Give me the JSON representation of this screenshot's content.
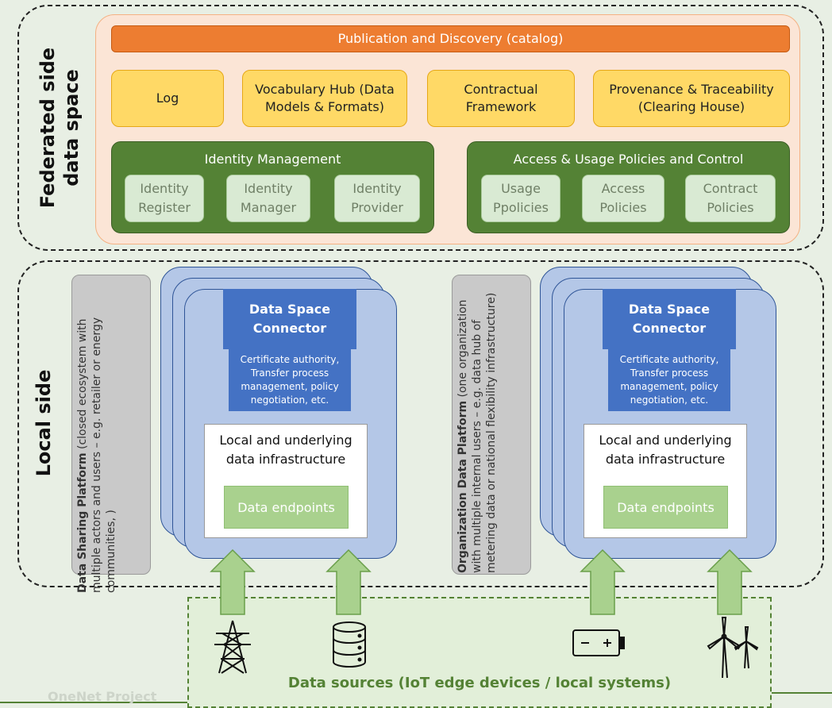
{
  "federated": {
    "label": "Federated side\ndata space",
    "label_line1": "Federated side",
    "label_line2": "data space",
    "catalog": "Publication and Discovery (catalog)",
    "yellow_boxes": [
      {
        "line1": "Log",
        "line2": ""
      },
      {
        "line1": "Vocabulary Hub (Data",
        "line2": "Models & Formats)"
      },
      {
        "line1": "Contractual",
        "line2": "Framework"
      },
      {
        "line1": "Provenance & Traceability",
        "line2": "(Clearing House)"
      }
    ],
    "identity": {
      "title": "Identity Management",
      "items": [
        {
          "line1": "Identity",
          "line2": "Register"
        },
        {
          "line1": "Identity",
          "line2": "Manager"
        },
        {
          "line1": "Identity",
          "line2": "Provider"
        }
      ]
    },
    "access": {
      "title": "Access & Usage Policies and Control",
      "items": [
        {
          "line1": "Usage",
          "line2": "Ppolicies"
        },
        {
          "line1": "Access",
          "line2": "Policies"
        },
        {
          "line1": "Contract",
          "line2": "Policies"
        }
      ]
    }
  },
  "local": {
    "label": "Local side",
    "left_platform": {
      "bold": "Data Sharing Platform",
      "rest": " (closed ecosystem with multiple actors and users – e.g. retailer or energy communities, )"
    },
    "right_platform": {
      "bold": "Organization Data Platform",
      "rest": " (one organization with multiple internal users – e.g. data hub of metering data or national flexibility infrastructure)"
    },
    "connector": {
      "title_line1": "Data Space",
      "title_line2": "Connector",
      "sub_line1": "Certificate authority,",
      "sub_line2": "Transfer process",
      "sub_line3": "management, policy",
      "sub_line4": "negotiation, etc."
    },
    "infrastructure": {
      "line1": "Local and underlying",
      "line2": "data infrastructure"
    },
    "endpoints": "Data endpoints"
  },
  "sources": {
    "label": "Data sources (IoT edge devices / local systems)",
    "icons": [
      "power-tower-icon",
      "database-icon",
      "battery-icon",
      "wind-turbine-icon"
    ]
  },
  "watermark": "OneNet Project",
  "colors": {
    "catalog": "#ed7d31",
    "yellow": "#ffd966",
    "green": "#548235",
    "blue": "#4472c4",
    "light_blue": "#b4c7e7",
    "arrow": "#a9d18e"
  }
}
